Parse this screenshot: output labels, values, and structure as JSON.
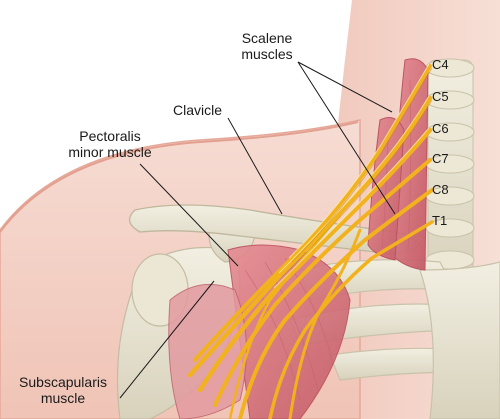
{
  "labels": {
    "scalene": [
      "Scalene",
      "muscles"
    ],
    "clavicle": "Clavicle",
    "pectoralis": [
      "Pectoralis",
      "minor muscle"
    ],
    "subscapularis": [
      "Subscapularis",
      "muscle"
    ]
  },
  "levels": [
    "C4",
    "C5",
    "C6",
    "C7",
    "C8",
    "T1"
  ],
  "colors": {
    "skin": "#f4d2c8",
    "skin_edge": "#e6a89a",
    "bone": "#e8e4d4",
    "bone_shadow": "#cfc9b2",
    "muscle": "#d9707a",
    "muscle_dark": "#b84a58",
    "nerve": "#f2b21e",
    "nerve_dark": "#c98a10",
    "leader": "#1a1a1a"
  }
}
